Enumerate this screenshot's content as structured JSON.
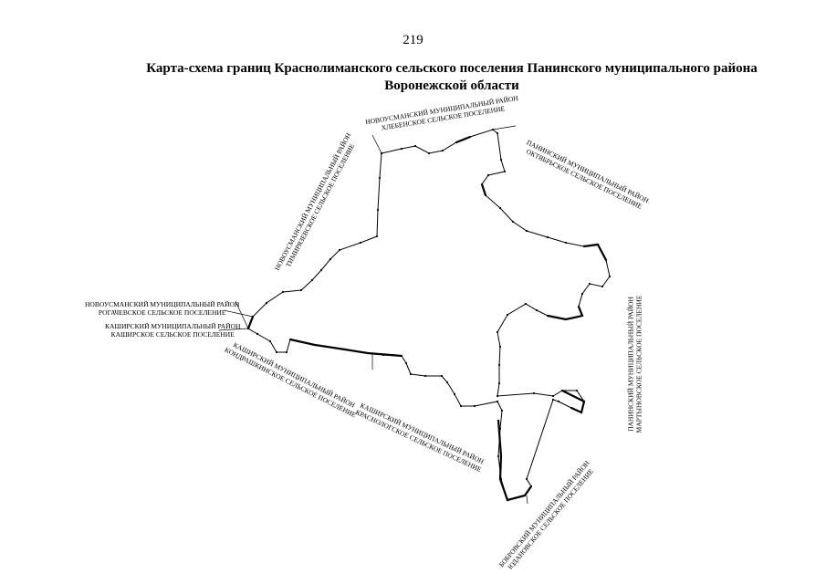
{
  "page_number": "219",
  "title_line1": "Карта-схема границ Краснолиманского сельского поселения Панинского муниципального района",
  "title_line2": "Воронежской области",
  "neighbors": [
    {
      "district": "НОВОУСМАНСКИЙ МУНИЦИПАЛЬНЫЙ РАЙОН",
      "settlement": "ХЛЕБЕНСКОЕ СЕЛЬСКОЕ ПОСЕЛЕНИЕ"
    },
    {
      "district": "ПАНИНСКИЙ МУНИЦИПАЛЬНЫЙ РАЙОН",
      "settlement": "ОКТЯБРЬСКОЕ СЕЛЬСКОЕ ПОСЕЛЕНИЕ"
    },
    {
      "district": "НОВОУСМАНСКИЙ МУНИЦИПАЛЬНЫЙ РАЙОН",
      "settlement": "ТИМИРЯЗЕВСКОЕ СЕЛЬСКОЕ ПОСЕЛЕНИЕ"
    },
    {
      "district": "НОВОУСМАНСКИЙ МУНИЦИПАЛЬНЫЙ РАЙОН",
      "settlement": "РОГАЧЕВСКОЕ СЕЛЬСКОЕ ПОСЕЛЕНИЕ"
    },
    {
      "district": "КАШИРСКИЙ МУНИЦИПАЛЬНЫЙ РАЙОН",
      "settlement": "КАШИРСКОЕ СЕЛЬСКОЕ ПОСЕЛЕНИЕ"
    },
    {
      "district": "КАШИРСКИЙ МУНИЦИПАЛЬНЫЙ РАЙОН",
      "settlement": "КОНДРАШКИНСКОЕ СЕЛЬСКОЕ ПОСЕЛЕНИЕ"
    },
    {
      "district": "КАШИРСКИЙ МУНИЦИПАЛЬНЫЙ РАЙОН",
      "settlement": "КРАСНОЛОГСКОЕ СЕЛЬСКОЕ ПОСЕЛЕНИЕ"
    },
    {
      "district": "ПАНИНСКИЙ МУНИЦИПАЛЬНЫЙ РАЙОН",
      "settlement": "МАРТЫНОВСКОЕ СЕЛЬСКОЕ ПОСЕЛЕНИЕ"
    },
    {
      "district": "БОБРОВСКИЙ МУНИЦИПАЛЬНЫЙ РАЙОН",
      "settlement": "ЮДАНОВСКОЕ СЕЛЬСКОЕ ПОСЕЛЕНИЕ"
    }
  ],
  "boundary_color": "#000000"
}
